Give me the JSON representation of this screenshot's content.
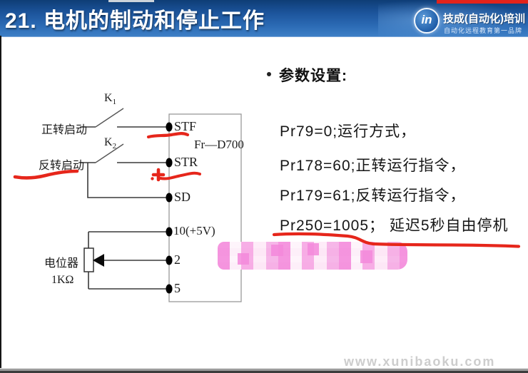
{
  "title_bar": {
    "title": "21. 电机的制动和停止工作",
    "logo": {
      "icon": "jicheng-logo",
      "monogram": "in",
      "brand": "技成(自动化)培训",
      "tagline": "自动化远程教育第一品牌"
    }
  },
  "circuit": {
    "device": "Fr—D700",
    "labels": {
      "forward": "正转启动",
      "reverse": "反转启动",
      "potentiometer": "电位器",
      "resistance": "1KΩ"
    },
    "switches": [
      {
        "base": "K",
        "sub": "1"
      },
      {
        "base": "K",
        "sub": "2"
      }
    ],
    "terminals": [
      "STF",
      "STR",
      "SD",
      "10(+5V)",
      "2",
      "5"
    ]
  },
  "notes": {
    "heading": "参数设置:",
    "lines": [
      "Pr79=0;运行方式，",
      "Pr178=60;正转运行指令，",
      "Pr179=61;反转运行指令，",
      "Pr250=1005； 延迟5秒自由停机"
    ]
  },
  "watermark": "www.xunibaoku.com",
  "colors": {
    "titlebar_blue": "#1c549b",
    "annotation_red": "#e6261b",
    "mosaic_pink": "#f388da",
    "watermark_gray": "#cdcdcd"
  }
}
